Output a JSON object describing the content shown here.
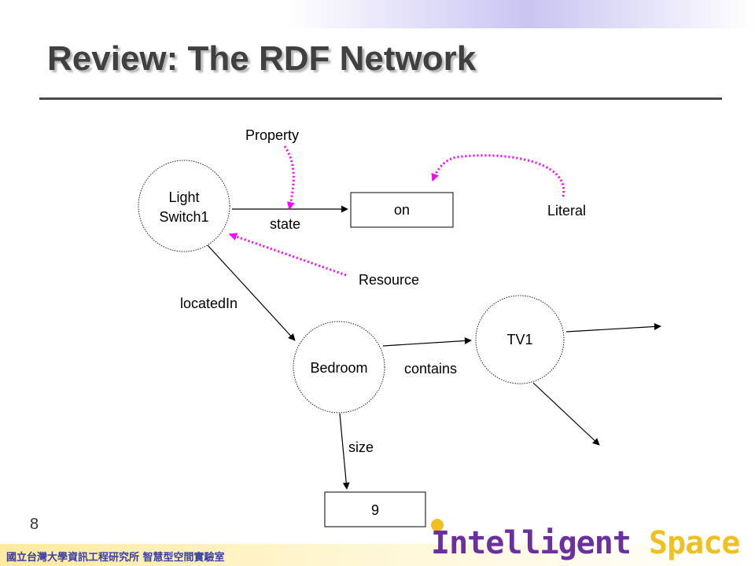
{
  "slide": {
    "title": "Review: The RDF Network",
    "page_number": "8"
  },
  "diagram": {
    "nodes": {
      "light_switch": {
        "line1": "Light",
        "line2": "Switch1"
      },
      "bedroom": "Bedroom",
      "tv1": "TV1",
      "on": "on",
      "nine": "9"
    },
    "edges": {
      "state": "state",
      "located_in": "locatedIn",
      "contains": "contains",
      "size": "size"
    },
    "annotations": {
      "property": "Property",
      "literal": "Literal",
      "resource": "Resource"
    },
    "colors": {
      "annotation_arrow": "#ff00ff",
      "edge": "#000000"
    }
  },
  "footer": {
    "institution": "國立台灣大學資訊工程研究所 智慧型空間實驗室",
    "brand_part1": "Intelligent",
    "brand_part2": "Space",
    "brand_color1": "#6b2fa0",
    "brand_color2": "#f0c020"
  }
}
